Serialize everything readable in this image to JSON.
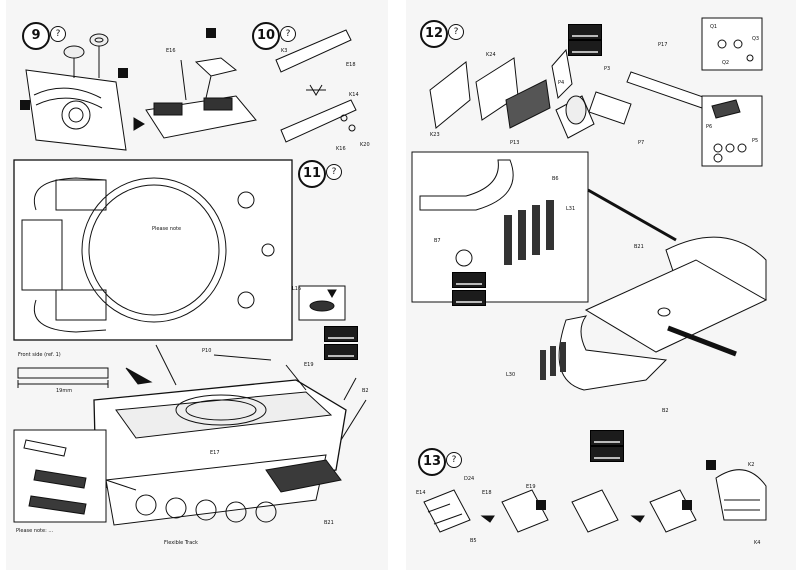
{
  "left_page": {
    "steps": [
      {
        "id": "9",
        "label": "9"
      },
      {
        "id": "10",
        "label": "10"
      },
      {
        "id": "11",
        "label": "11"
      }
    ],
    "parts": {
      "e16": "E16",
      "k3": "K3",
      "e18": "E18",
      "k14": "K14",
      "k16": "K16",
      "k20": "K20",
      "l16": "L16",
      "e19": "E19",
      "b2": "B2",
      "e17": "E17",
      "p10": "P10",
      "b21": "B21"
    },
    "notes": {
      "fold_hint": "Please note",
      "hull_front": "Front side (ref. 1)",
      "bottom_left": "Please note: ...",
      "bottom_right": "Flexible Track"
    },
    "scale_mm": "19mm",
    "colors": {
      "line": "#111111",
      "shade": "#3a3a3a",
      "paper": "#f6f6f6"
    }
  },
  "right_page": {
    "steps": [
      {
        "id": "12",
        "label": "12"
      },
      {
        "id": "13",
        "label": "13"
      }
    ],
    "parts": {
      "p17": "P17",
      "q1": "Q1",
      "q2": "Q2",
      "q3": "Q3",
      "k24": "K24",
      "k23": "K23",
      "p4": "P4",
      "p3": "P3",
      "p13": "P13",
      "p7": "P7",
      "p6": "P6",
      "p5": "P5",
      "l31": "L31",
      "b6": "B6",
      "b7": "B7",
      "b21": "B21",
      "l30": "L30",
      "b2": "B2",
      "e14": "E14",
      "e18": "E18",
      "e19": "E19",
      "d24": "D24",
      "b5": "B5",
      "k2": "K2",
      "k4": "K4"
    }
  }
}
